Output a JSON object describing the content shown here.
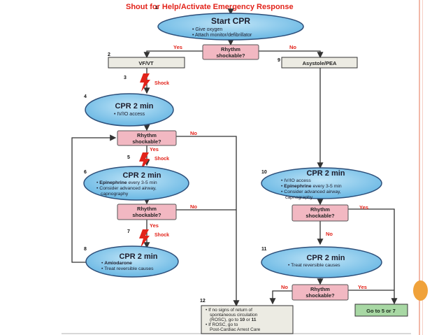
{
  "header": "Shout for Help/Activate Emergency Response",
  "steps": {
    "n1": "1",
    "n2": "2",
    "n3": "3",
    "n4": "4",
    "n5": "5",
    "n6": "6",
    "n7": "7",
    "n8": "8",
    "n9": "9",
    "n10": "10",
    "n11": "11",
    "n12": "12"
  },
  "start": {
    "title": "Start CPR",
    "b1": "Give oxygen",
    "b2": "Attach monitor/defibrillator"
  },
  "rhythm": {
    "l1": "Rhythm",
    "l2": "shockable?"
  },
  "labels": {
    "yes": "Yes",
    "no": "No",
    "shock": "Shock"
  },
  "vfvt": "VF/VT",
  "asystole": "Asystole/PEA",
  "cpr2": "CPR 2 min",
  "box4": {
    "b1": "IV/IO access"
  },
  "box6": {
    "b1_bold": "Epinephrine",
    "b1_rest": " every 3-5 min",
    "b2": "Consider advanced airway,",
    "b2c": "capnography"
  },
  "box8": {
    "b1": "Amiodarone",
    "b2": "Treat reversible causes"
  },
  "box10": {
    "b1": "IV/IO access",
    "b2_bold": "Epinephrine",
    "b2_rest": " every 3-5 min",
    "b3": "Consider advanced airway,",
    "b3c": "capnography"
  },
  "box11": {
    "b1": "Treat reversible causes"
  },
  "goto": "Go to 5 or 7",
  "box12": {
    "l1": "If no signs of return of",
    "l2": "spontaneous circulation",
    "l3a": "(ROSC), go to ",
    "l3b": "10",
    "l3c": " or ",
    "l3d": "11",
    "l4": "If ROSC, go to",
    "l5": "Post-Cardiac Arrest Care"
  },
  "colors": {
    "oval": "#87c8ec",
    "oval_stroke": "#2d4f7a",
    "diamond": "#f2b8c2",
    "box": "#ecebe3",
    "goto": "#a8d8a4",
    "red": "#e2231a"
  }
}
